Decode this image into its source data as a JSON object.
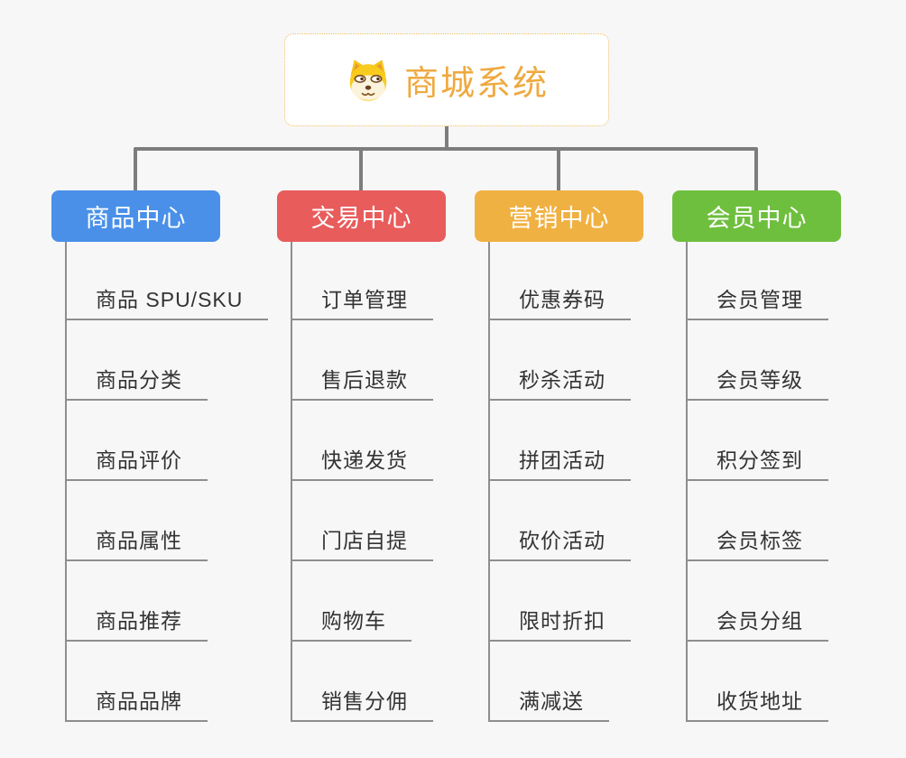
{
  "root": {
    "title": "商城系统",
    "icon": "dog-face-icon"
  },
  "branches": [
    {
      "label": "商品中心",
      "color": "#4a90e8",
      "items": [
        "商品 SPU/SKU",
        "商品分类",
        "商品评价",
        "商品属性",
        "商品推荐",
        "商品品牌"
      ]
    },
    {
      "label": "交易中心",
      "color": "#e85c5c",
      "items": [
        "订单管理",
        "售后退款",
        "快递发货",
        "门店自提",
        "购物车",
        "销售分佣"
      ]
    },
    {
      "label": "营销中心",
      "color": "#f0b143",
      "items": [
        "优惠券码",
        "秒杀活动",
        "拼团活动",
        "砍价活动",
        "限时折扣",
        "满减送"
      ]
    },
    {
      "label": "会员中心",
      "color": "#6fbf3f",
      "items": [
        "会员管理",
        "会员等级",
        "积分签到",
        "会员标签",
        "会员分组",
        "收货地址"
      ]
    }
  ],
  "colors": {
    "background": "#f7f7f7",
    "connector_line": "#7d7d7d",
    "leaf_line": "#8e8e8e",
    "root_border": "#f0bd62",
    "root_title": "#efa93f",
    "leaf_text": "#333333"
  }
}
